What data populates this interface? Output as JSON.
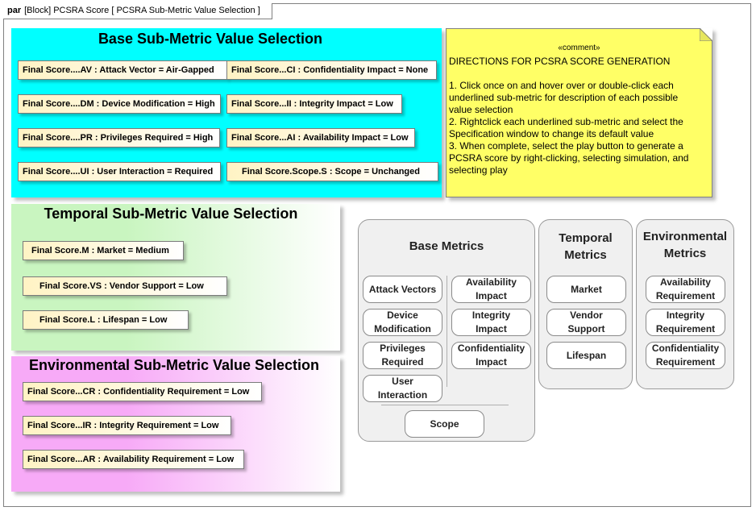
{
  "frame": {
    "keyword": "par",
    "title": "[Block] PCSRA Score [ PCSRA Sub-Metric Value Selection ]"
  },
  "base_panel": {
    "title": "Base Sub-Metric Value Selection",
    "color": "#00ffff",
    "parts": [
      "Final Score....AV : Attack Vector = Air-Gapped",
      "Final Score...CI : Confidentiality Impact = None",
      "Final Score....DM : Device Modification = High",
      "Final Score...II : Integrity Impact = Low",
      "Final Score....PR : Privileges Required = High",
      "Final Score...AI : Availability Impact = Low",
      "Final Score....UI : User Interaction = Required",
      "Final Score.Scope.S : Scope = Unchanged"
    ]
  },
  "temporal_panel": {
    "title": "Temporal Sub-Metric Value Selection",
    "color": "#c9f5c0",
    "parts": [
      "Final Score.M : Market = Medium",
      "Final Score.VS : Vendor Support = Low",
      "Final Score.L : Lifespan = Low"
    ]
  },
  "environmental_panel": {
    "title": "Environmental Sub-Metric Value Selection",
    "color": "#f7aaf7",
    "parts": [
      "Final Score...CR : Confidentiality Requirement = Low",
      "Final Score...IR : Integrity Requirement = Low",
      "Final Score...AR : Availability Requirement = Low"
    ]
  },
  "comment": {
    "stereotype": "«comment»",
    "text": "DIRECTIONS FOR PCSRA SCORE GENERATION\n\n1. Click once on and hover over or double-click each underlined sub-metric for description of each possible value selection\n2. Rightclick each underlined sub-metric and select the Specification window to change its default value\n3. When complete, select the play button to generate a PCSRA score by right-clicking, selecting simulation, and selecting play",
    "color": "#ffff66"
  },
  "base_metrics": {
    "title": "Base Metrics",
    "left": [
      "Attack Vectors",
      "Device\nModification",
      "Privileges\nRequired",
      "User\nInteraction"
    ],
    "right": [
      "Availability\nImpact",
      "Integrity\nImpact",
      "Confidentiality\nImpact"
    ],
    "scope": "Scope"
  },
  "temporal_metrics": {
    "title": "Temporal\nMetrics",
    "items": [
      "Market",
      "Vendor\nSupport",
      "Lifespan"
    ]
  },
  "environmental_metrics": {
    "title": "Environmental\nMetrics",
    "items": [
      "Availability\nRequirement",
      "Integrity\nRequirement",
      "Confidentiality\nRequirement"
    ]
  }
}
